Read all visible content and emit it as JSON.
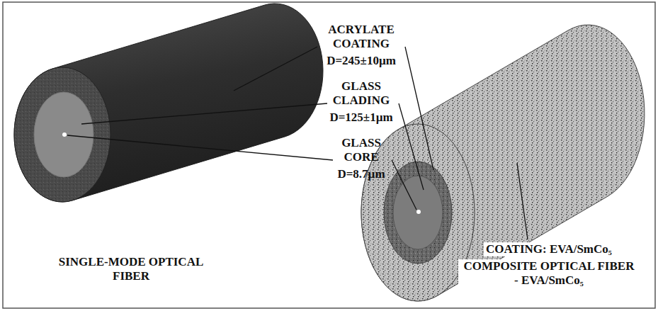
{
  "diagram": {
    "labels": [
      "ACRYLATE COATING",
      "D=245±10µm",
      "GLASS CLADING",
      "D=125±1µm",
      "GLASS CORE",
      "D=8.7µm",
      "COATING: EVA/SmCo₅",
      "COMPOSITE OPTICAL FIBER - EVA/SmCo₅",
      "SINGLE-MODE OPTICAL FIBER"
    ]
  }
}
